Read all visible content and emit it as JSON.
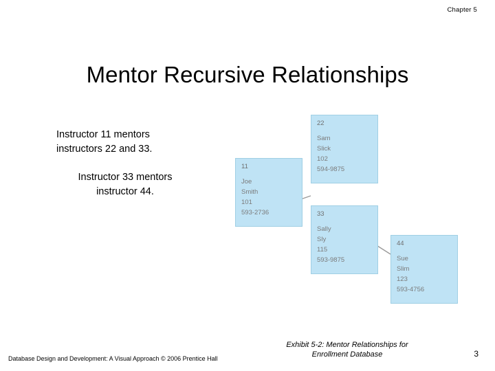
{
  "header": {
    "chapter": "Chapter 5"
  },
  "title": "Mentor Recursive Relationships",
  "body": {
    "paragraph1": "Instructor 11 mentors instructors 22 and 33.",
    "paragraph2": "Instructor 33 mentors instructor 44."
  },
  "diagram": {
    "boxes": [
      {
        "id": "22",
        "key": "22",
        "first_name": "Sam",
        "last_name": "Slick",
        "office": "102",
        "phone": "594-9875"
      },
      {
        "id": "11",
        "key": "11",
        "first_name": "Joe",
        "last_name": "Smith",
        "office": "101",
        "phone": "593-2736"
      },
      {
        "id": "33",
        "key": "33",
        "first_name": "Sally",
        "last_name": "Sly",
        "office": "115",
        "phone": "593-9875"
      },
      {
        "id": "44",
        "key": "44",
        "first_name": "Sue",
        "last_name": "Slim",
        "office": "123",
        "phone": "593-4756"
      }
    ],
    "box_fill": "#bfe3f5",
    "arrow_color": "#9a9a9a"
  },
  "footer": {
    "source": "Database Design and Development: A Visual Approach  © 2006 Prentice Hall",
    "caption_line1": "Exhibit 5-2: Mentor Relationships for",
    "caption_line2": "Enrollment Database",
    "slide_number": "3"
  }
}
